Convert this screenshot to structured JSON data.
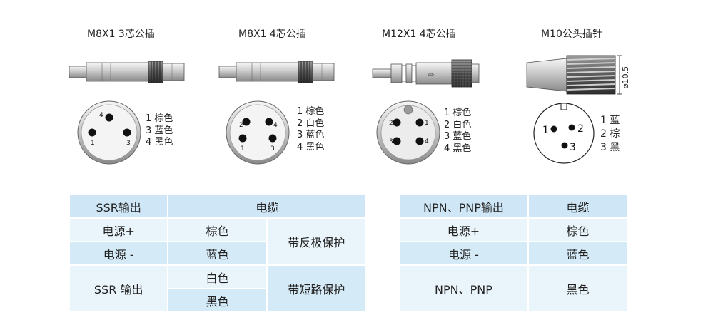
{
  "connectors": [
    {
      "title": "M8X1 3芯公插",
      "pins": [
        {
          "n": "4"
        },
        {
          "n": "1"
        },
        {
          "n": "3"
        }
      ],
      "legend": [
        "1 棕色",
        "3 蓝色",
        "4 黑色"
      ]
    },
    {
      "title": "M8X1 4芯公插",
      "pins": [
        {
          "n": "2"
        },
        {
          "n": "4"
        },
        {
          "n": "1"
        },
        {
          "n": "3"
        }
      ],
      "legend": [
        "1 棕色",
        "2 白色",
        "3 蓝色",
        "4 黑色"
      ]
    },
    {
      "title": "M12X1 4芯公插",
      "pins": [
        {
          "n": "2"
        },
        {
          "n": "1"
        },
        {
          "n": "3"
        },
        {
          "n": "4"
        }
      ],
      "legend": [
        "1 棕色",
        "2 白色",
        "3 蓝色",
        "4 黑色"
      ]
    },
    {
      "title": "M10公头插针",
      "pins": [
        {
          "n": "1"
        },
        {
          "n": "2"
        },
        {
          "n": "3"
        }
      ],
      "legend": [
        "1 蓝",
        "2 棕",
        "3 黑"
      ],
      "dimension": "⌀10.5"
    }
  ],
  "ssr_table": {
    "header": [
      "SSR输出",
      "电缆"
    ],
    "rows": [
      [
        "电源+",
        "棕色",
        "带反极保护"
      ],
      [
        "电源 -",
        "蓝色",
        ""
      ],
      [
        "SSR 输出",
        "白色",
        "带短路保护"
      ],
      [
        "",
        "黑色",
        ""
      ]
    ]
  },
  "npn_table": {
    "header": [
      "NPN、PNP输出",
      "电缆"
    ],
    "rows": [
      [
        "电源+",
        "棕色"
      ],
      [
        "电源 -",
        "蓝色"
      ],
      [
        "NPN、PNP",
        "黑色"
      ]
    ]
  }
}
